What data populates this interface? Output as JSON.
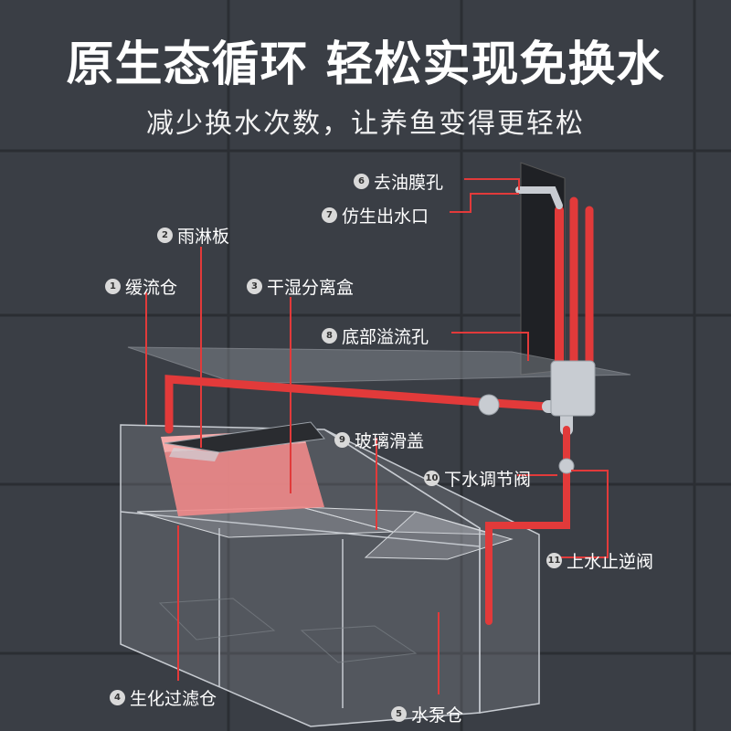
{
  "header": {
    "title": "原生态循环 轻松实现免换水",
    "subtitle": "减少换水次数，让养鱼变得更轻松"
  },
  "colors": {
    "pipe": "#e23a3a",
    "callout_line": "#e23a3a",
    "background": "#3a3e45",
    "foam": "#f08a8a"
  },
  "callouts": [
    {
      "num": "1",
      "label": "缓流仓"
    },
    {
      "num": "2",
      "label": "雨淋板"
    },
    {
      "num": "3",
      "label": "干湿分离盒"
    },
    {
      "num": "4",
      "label": "生化过滤仓"
    },
    {
      "num": "5",
      "label": "水泵仓"
    },
    {
      "num": "6",
      "label": "去油膜孔"
    },
    {
      "num": "7",
      "label": "仿生出水口"
    },
    {
      "num": "8",
      "label": "底部溢流孔"
    },
    {
      "num": "9",
      "label": "玻璃滑盖"
    },
    {
      "num": "10",
      "label": "下水调节阀"
    },
    {
      "num": "11",
      "label": "上水止逆阀"
    }
  ]
}
